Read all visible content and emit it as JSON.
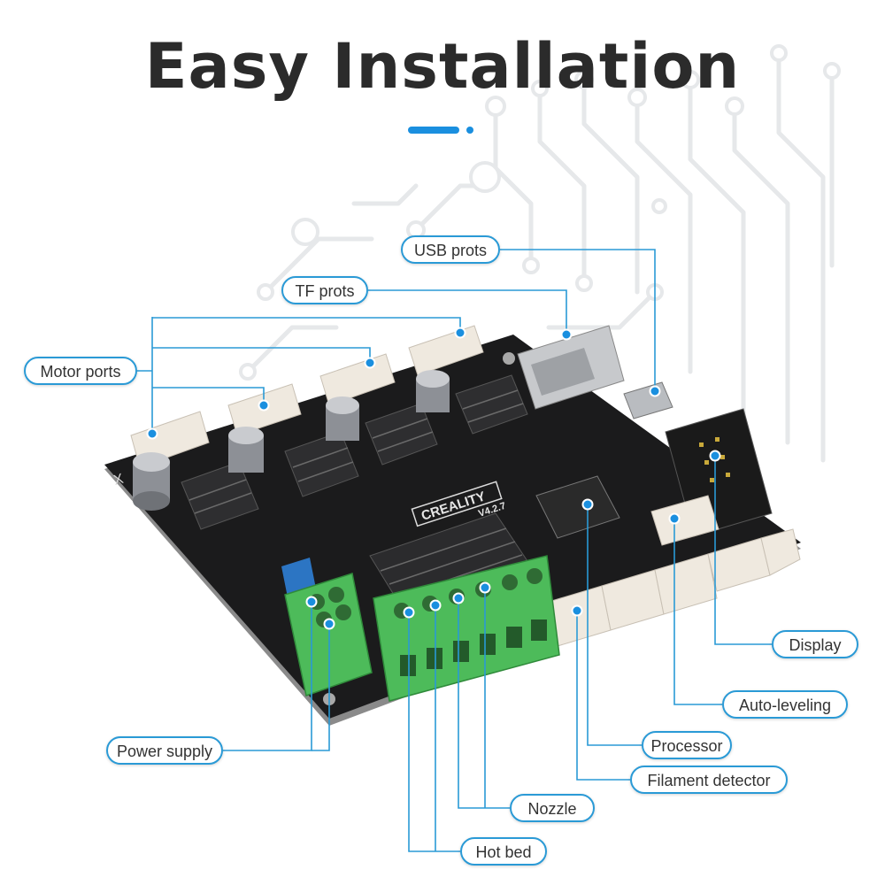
{
  "title": "Easy Installation",
  "board": {
    "brand": "CREALITY",
    "version": "V4.2.7",
    "axis_mark": "X"
  },
  "labels": {
    "usb_ports": "USB prots",
    "tf_ports": "TF prots",
    "motor_ports": "Motor ports",
    "power_supply": "Power supply",
    "nozzle": "Nozzle",
    "hot_bed": "Hot bed",
    "display": "Display",
    "auto_leveling": "Auto-leveling",
    "processor": "Processor",
    "filament_detector": "Filament detector"
  },
  "colors": {
    "accent": "#1a8fdf",
    "callout_line": "#2a9ad6",
    "title": "#2b2b2b",
    "pcb": "#1b1b1c",
    "terminal_green": "#4dbb5a",
    "fuse_blue": "#2f7fd6",
    "connector_white": "#efe9df"
  }
}
